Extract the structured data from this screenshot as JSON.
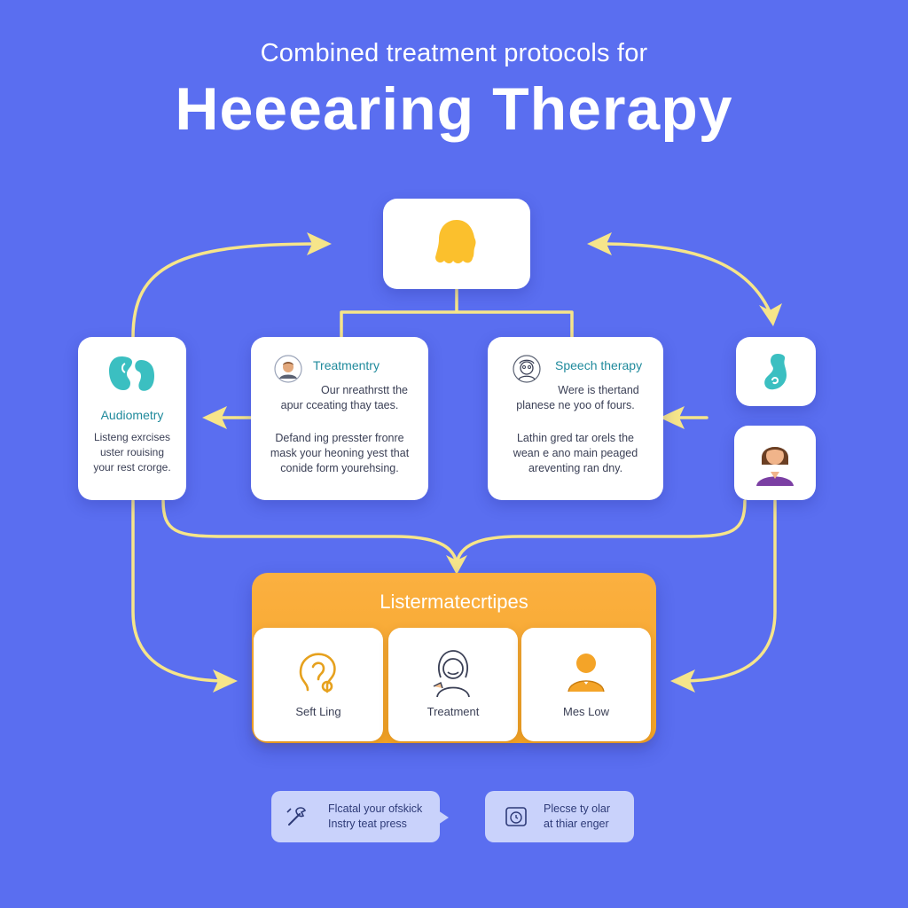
{
  "header": {
    "subtitle": "Combined treatment protocols for",
    "title": "Heeearing Therapy"
  },
  "top_node": {
    "icon": "ear-icon"
  },
  "audiometry": {
    "icon": "ear-icon",
    "title": "Audiometry",
    "lines": [
      "Listeng exrcises",
      "uster rouising",
      "your rest crorge."
    ]
  },
  "treatmentry": {
    "icon": "doctor-avatar-icon",
    "title": "Treatmentry",
    "para1": [
      "Our nreathrstt the",
      "apur cceating thay taes."
    ],
    "para2": [
      "Defand ing presster fronre",
      "mask your heoning yest that",
      "conide form yourehsing."
    ]
  },
  "speech": {
    "icon": "clinician-avatar-icon",
    "title": "Speech therapy",
    "para1": [
      "Were is thertand",
      "planese ne yoo of fours."
    ],
    "para2": [
      "Lathin gred tar orels the",
      "wean e ano main peaged",
      "areventing ran dny."
    ]
  },
  "side_icons": {
    "top": "ear-swirl-icon",
    "bottom": "patient-avatar-icon"
  },
  "group": {
    "title": "Listermatecrtipes",
    "items": [
      {
        "label": "Seft Ling",
        "icon": "head-hearing-icon"
      },
      {
        "label": "Treatment",
        "icon": "woman-avatar-icon"
      },
      {
        "label": "Mes Low",
        "icon": "man-avatar-icon"
      }
    ]
  },
  "notes": [
    {
      "icon": "tools-icon",
      "lines": [
        "Flcatal your ofskick",
        "Instry teat press"
      ]
    },
    {
      "icon": "clock-icon",
      "lines": [
        "Plecse ty olar",
        "at thiar enger"
      ]
    }
  ],
  "colors": {
    "background": "#5a6ef0",
    "arrow": "#f6e58a",
    "accent": "#f4a428",
    "teal": "#1f8a9c"
  }
}
